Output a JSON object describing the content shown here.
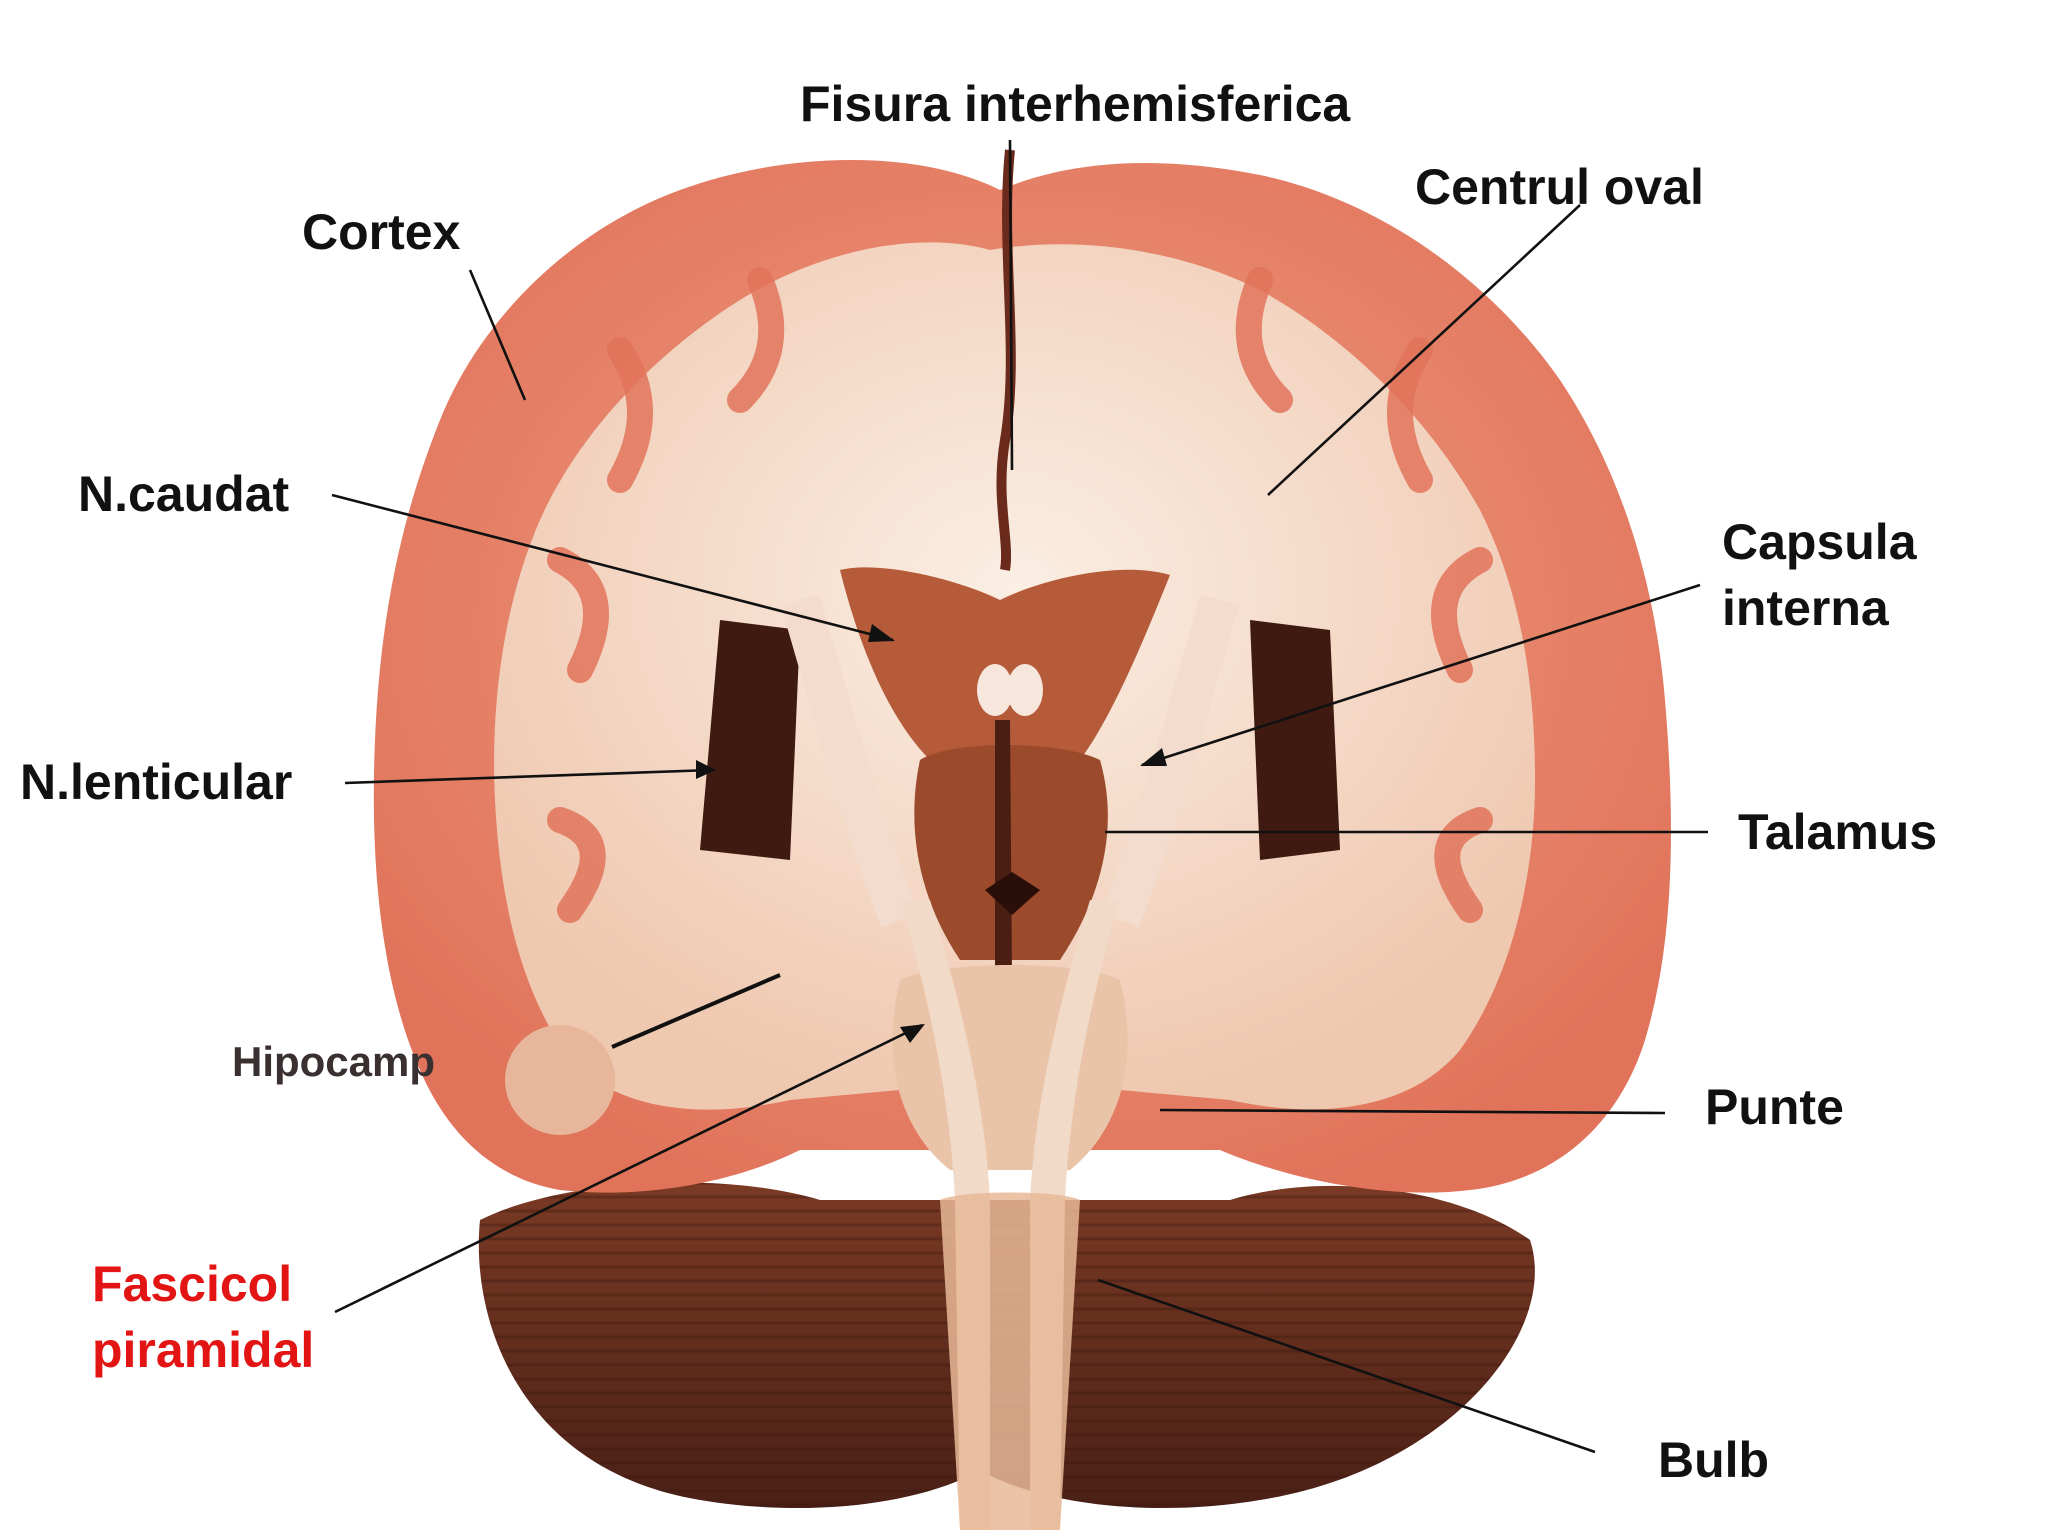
{
  "labels": {
    "fisura": "Fisura interhemisferica",
    "cortex": "Cortex",
    "centrul_oval": "Centrul oval",
    "n_caudat": "N.caudat",
    "capsula_line1": "Capsula",
    "capsula_line2": "interna",
    "n_lenticular": "N.lenticular",
    "talamus": "Talamus",
    "hipocamp": "Hipocamp",
    "punte": "Punte",
    "fascicol_line1": "Fascicol",
    "fascicol_line2": "piramidal",
    "bulb": "Bulb"
  },
  "colors": {
    "cortex": "#e8826a",
    "white_matter": "#f4d6c2",
    "deep_nuclei": "#8a4a2e",
    "cerebellum": "#5a2a1c",
    "highlight_label": "#e31414"
  }
}
